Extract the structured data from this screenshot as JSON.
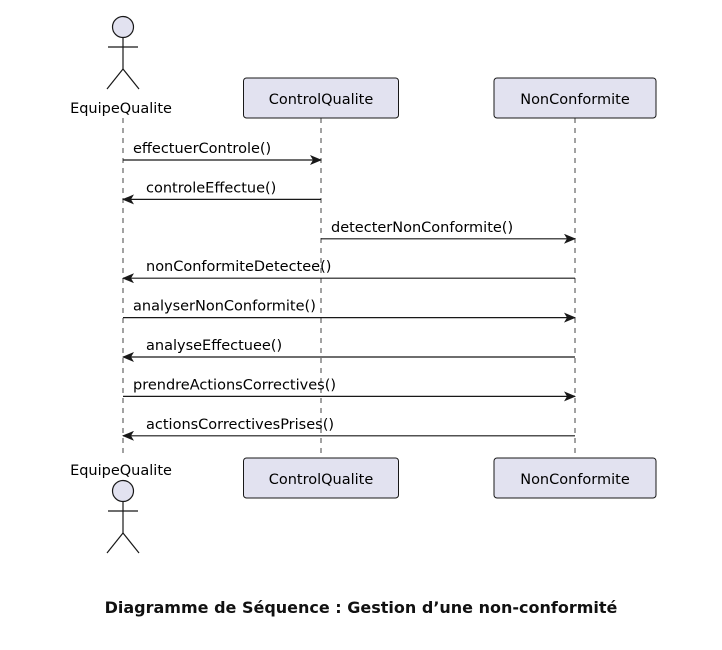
{
  "colors": {
    "participant_fill": "#E2E2F0",
    "participant_stroke": "#181818",
    "lifeline": "#181818",
    "message": "#181818",
    "text": "#000000"
  },
  "participants": [
    {
      "name": "EquipeQualite",
      "kind": "actor"
    },
    {
      "name": "ControlQualite",
      "kind": "participant"
    },
    {
      "name": "NonConformite",
      "kind": "participant"
    }
  ],
  "messages": [
    {
      "label": "effectuerControle()",
      "from": 0,
      "to": 1
    },
    {
      "label": "controleEffectue()",
      "from": 1,
      "to": 0
    },
    {
      "label": "detecterNonConformite()",
      "from": 1,
      "to": 2
    },
    {
      "label": "nonConformiteDetectee()",
      "from": 2,
      "to": 0
    },
    {
      "label": "analyserNonConformite()",
      "from": 0,
      "to": 2
    },
    {
      "label": "analyseEffectuee()",
      "from": 2,
      "to": 0
    },
    {
      "label": "prendreActionsCorrectives()",
      "from": 0,
      "to": 2
    },
    {
      "label": "actionsCorrectivesPrises()",
      "from": 2,
      "to": 0
    }
  ],
  "caption": "Diagramme de Séquence : Gestion d’une non-conformité"
}
